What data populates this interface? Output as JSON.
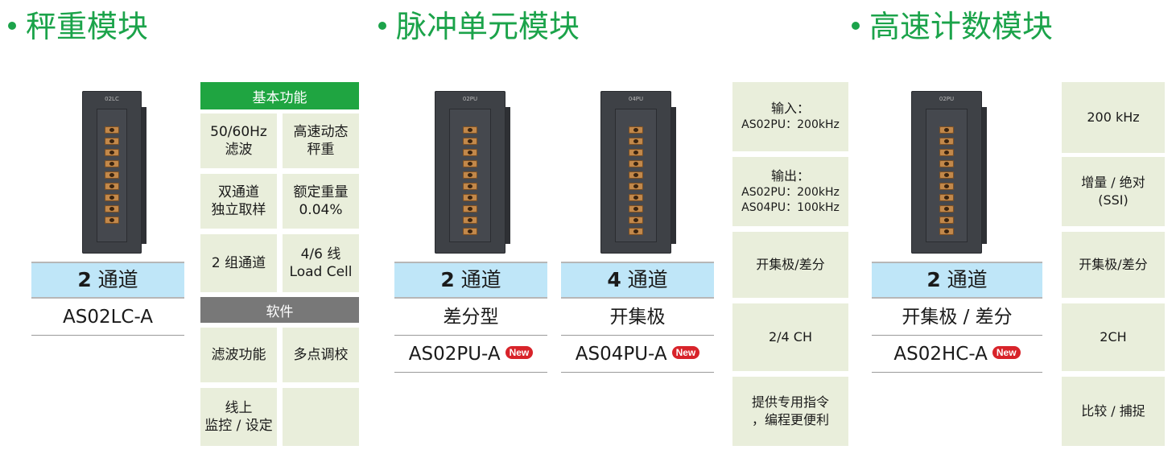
{
  "sections": [
    {
      "title": "秤重模块",
      "channel_num": "2",
      "channel_unit": "通道",
      "type": "",
      "model": "AS02LC-A",
      "is_new": false
    },
    {
      "title": "脉冲单元模块",
      "units": [
        {
          "channel_num": "2",
          "channel_unit": "通道",
          "type": "差分型",
          "model": "AS02PU-A",
          "is_new": true
        },
        {
          "channel_num": "4",
          "channel_unit": "通道",
          "type": "开集极",
          "model": "AS04PU-A",
          "is_new": true
        }
      ]
    },
    {
      "title": "高速计数模块",
      "channel_num": "2",
      "channel_unit": "通道",
      "type": "开集极 / 差分",
      "model": "AS02HC-A",
      "is_new": true
    }
  ],
  "new_badge": "New",
  "device_labels": {
    "lc": "02LC",
    "pu2": "02PU",
    "pu4": "04PU",
    "hc": "02PU"
  },
  "lc_features": {
    "basic_header": "基本功能",
    "basic": [
      [
        "50/60Hz",
        "滤波"
      ],
      [
        "高速动态",
        "秤重"
      ],
      [
        "双通道",
        "独立取样"
      ],
      [
        "额定重量",
        "0.04%"
      ],
      [
        "2 组通道"
      ],
      [
        "4/6 线",
        "Load Cell"
      ]
    ],
    "software_header": "软件",
    "software": [
      [
        "滤波功能"
      ],
      [
        "多点调校"
      ],
      [
        "线上",
        "监控 / 设定"
      ]
    ]
  },
  "pu_features": [
    [
      "输入：",
      "AS02PU：200kHz"
    ],
    [
      "输出：",
      "AS02PU：200kHz",
      "AS04PU：100kHz"
    ],
    [
      "开集极/差分"
    ],
    [
      "2/4 CH"
    ],
    [
      "提供专用指令",
      "，编程更便利"
    ]
  ],
  "hc_features": [
    [
      "200 kHz"
    ],
    [
      "增量 / 绝对",
      "(SSI)"
    ],
    [
      "开集极/差分"
    ],
    [
      "2CH"
    ],
    [
      "比较 / 捕捉"
    ]
  ],
  "colors": {
    "title_green": "#1ba34a",
    "header_green": "#1fa541",
    "header_gray": "#787878",
    "feature_bg": "#e9eedb",
    "channel_bg": "#bfe6f8",
    "new_red": "#d8232a"
  }
}
